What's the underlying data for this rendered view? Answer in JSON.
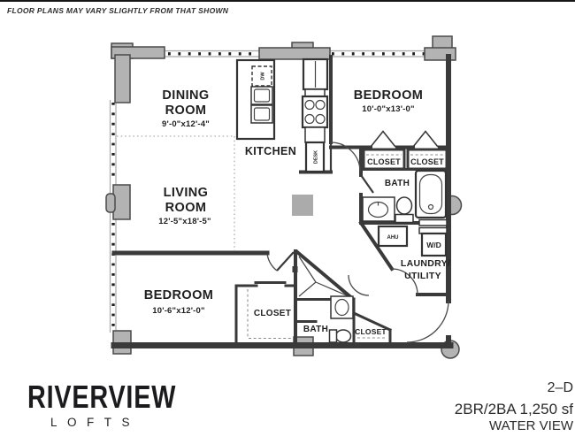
{
  "disclaimer": "FLOOR PLANS MAY VARY SLIGHTLY FROM THAT SHOWN",
  "plan": {
    "dining": {
      "line1": "DINING",
      "line2": "ROOM",
      "dims": "9'-0\"x12'-4\""
    },
    "living": {
      "line1": "LIVING",
      "line2": "ROOM",
      "dims": "12'-5\"x18'-5\""
    },
    "kitchen": {
      "label": "KITCHEN"
    },
    "bedroom_top": {
      "label": "BEDROOM",
      "dims": "10'-0\"x13'-0\""
    },
    "bedroom_bottom": {
      "label": "BEDROOM",
      "dims": "10'-6\"x12'-0\""
    },
    "bath_top": {
      "label": "BATH"
    },
    "bath_bottom": {
      "label": "BATH"
    },
    "closet_top_left": {
      "label": "CLOSET"
    },
    "closet_top_right": {
      "label": "CLOSET"
    },
    "closet_bottom_left": {
      "label": "CLOSET"
    },
    "closet_entry": {
      "label": "CLOSET"
    },
    "laundry": {
      "line1": "LAUNDRY/",
      "line2": "UTILITY"
    },
    "appliances": {
      "dw": "DW",
      "desk": "DESK",
      "ahu": "AHU",
      "wd": "W/D"
    }
  },
  "branding": {
    "name": "RIVERVIEW",
    "sub": "LOFTS"
  },
  "unit": {
    "code": "2–D",
    "specs": "2BR/2BA  1,250 sf",
    "view": "WATER VIEW"
  },
  "colors": {
    "wall": "#3a3a3a",
    "column_fill": "#b3b3b3",
    "text": "#1f1f1f"
  }
}
